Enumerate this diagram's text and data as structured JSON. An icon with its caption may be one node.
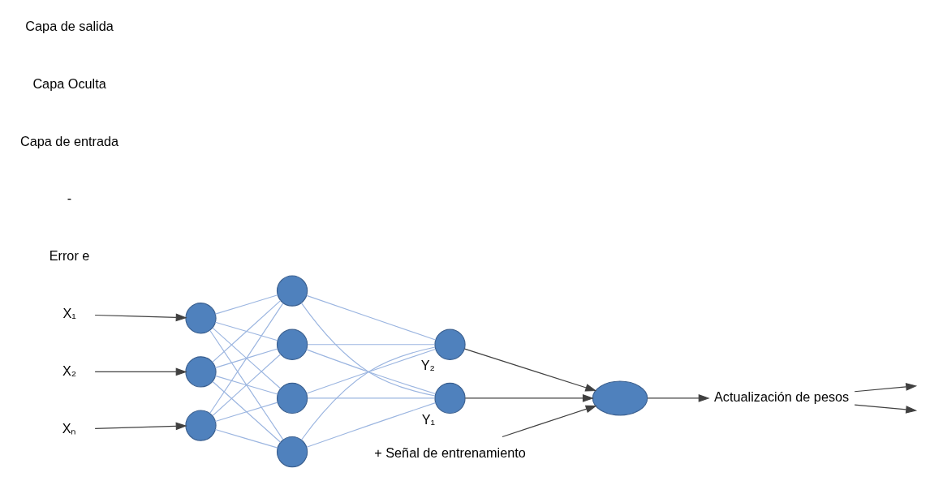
{
  "diagram": {
    "nodes": [
      {
        "text": [
          "X₁"
        ]
      },
      {
        "text": [
          "X₂"
        ]
      },
      {
        "text": [
          "Xₙ"
        ]
      },
      {
        "text": [],
        "shape": "circle"
      },
      {
        "text": [],
        "shape": "circle"
      },
      {
        "text": [],
        "shape": "circle"
      },
      {
        "text": [],
        "shape": "circle"
      },
      {
        "text": [],
        "shape": "circle"
      },
      {
        "text": [],
        "shape": "circle"
      },
      {
        "text": [],
        "shape": "circle"
      },
      {
        "text": [],
        "shape": "circle",
        "beside": [
          "Y₁"
        ]
      },
      {
        "text": [],
        "shape": "circle",
        "beside": [
          "Y₂"
        ]
      },
      {
        "text": [],
        "shape": "ellipse"
      },
      {
        "text": [
          "+ Señal de entrenamiento"
        ]
      },
      {
        "text": [
          "Actualización de pesos"
        ]
      }
    ],
    "edges": [
      {
        "from": 0,
        "to": 3,
        "arrow": "to",
        "color": "#404040"
      },
      {
        "from": 1,
        "to": 4,
        "arrow": "to",
        "color": "#404040"
      },
      {
        "from": 2,
        "to": 5,
        "arrow": "to",
        "color": "#404040"
      },
      {
        "from": 3,
        "to": 6,
        "arrow": "none"
      },
      {
        "from": 3,
        "to": 7,
        "arrow": "none"
      },
      {
        "from": 3,
        "to": 8,
        "arrow": "none"
      },
      {
        "from": 3,
        "to": 9,
        "arrow": "none"
      },
      {
        "from": 4,
        "to": 6,
        "arrow": "none"
      },
      {
        "from": 4,
        "to": 7,
        "arrow": "none"
      },
      {
        "from": 4,
        "to": 8,
        "arrow": "none"
      },
      {
        "from": 4,
        "to": 9,
        "arrow": "none"
      },
      {
        "from": 5,
        "to": 6,
        "arrow": "none"
      },
      {
        "from": 5,
        "to": 7,
        "arrow": "none"
      },
      {
        "from": 5,
        "to": 8,
        "arrow": "none"
      },
      {
        "from": 5,
        "to": 9,
        "arrow": "none"
      },
      {
        "from": 6,
        "to": 10,
        "arrow": "none"
      },
      {
        "from": 6,
        "to": 11,
        "arrow": "none"
      },
      {
        "from": 7,
        "to": 10,
        "arrow": "none"
      },
      {
        "from": 7,
        "to": 11,
        "arrow": "none"
      },
      {
        "from": 8,
        "to": 10,
        "arrow": "none"
      },
      {
        "from": 8,
        "to": 11,
        "arrow": "none"
      },
      {
        "from": 9,
        "to": 10,
        "arrow": "none"
      },
      {
        "from": 9,
        "to": 11,
        "arrow": "none"
      },
      {
        "from": 10,
        "to": 12,
        "arrow": "to",
        "color": "#404040"
      },
      {
        "from": 11,
        "to": 12,
        "arrow": "to",
        "color": "#404040"
      },
      {
        "from": 13,
        "to": 12,
        "arrow": "to",
        "color": "#404040"
      },
      {
        "from": 12,
        "to": 14,
        "arrow": "to",
        "color": "#404040"
      },
      {
        "from": 14,
        "to": null,
        "arrow": "to",
        "color": "#404040"
      },
      {
        "from": 14,
        "to": null,
        "arrow": "to",
        "color": "#404040"
      }
    ],
    "labels": [
      "Error e",
      "-",
      "Capa de entrada",
      "Capa Oculta",
      "Capa de salida"
    ]
  }
}
